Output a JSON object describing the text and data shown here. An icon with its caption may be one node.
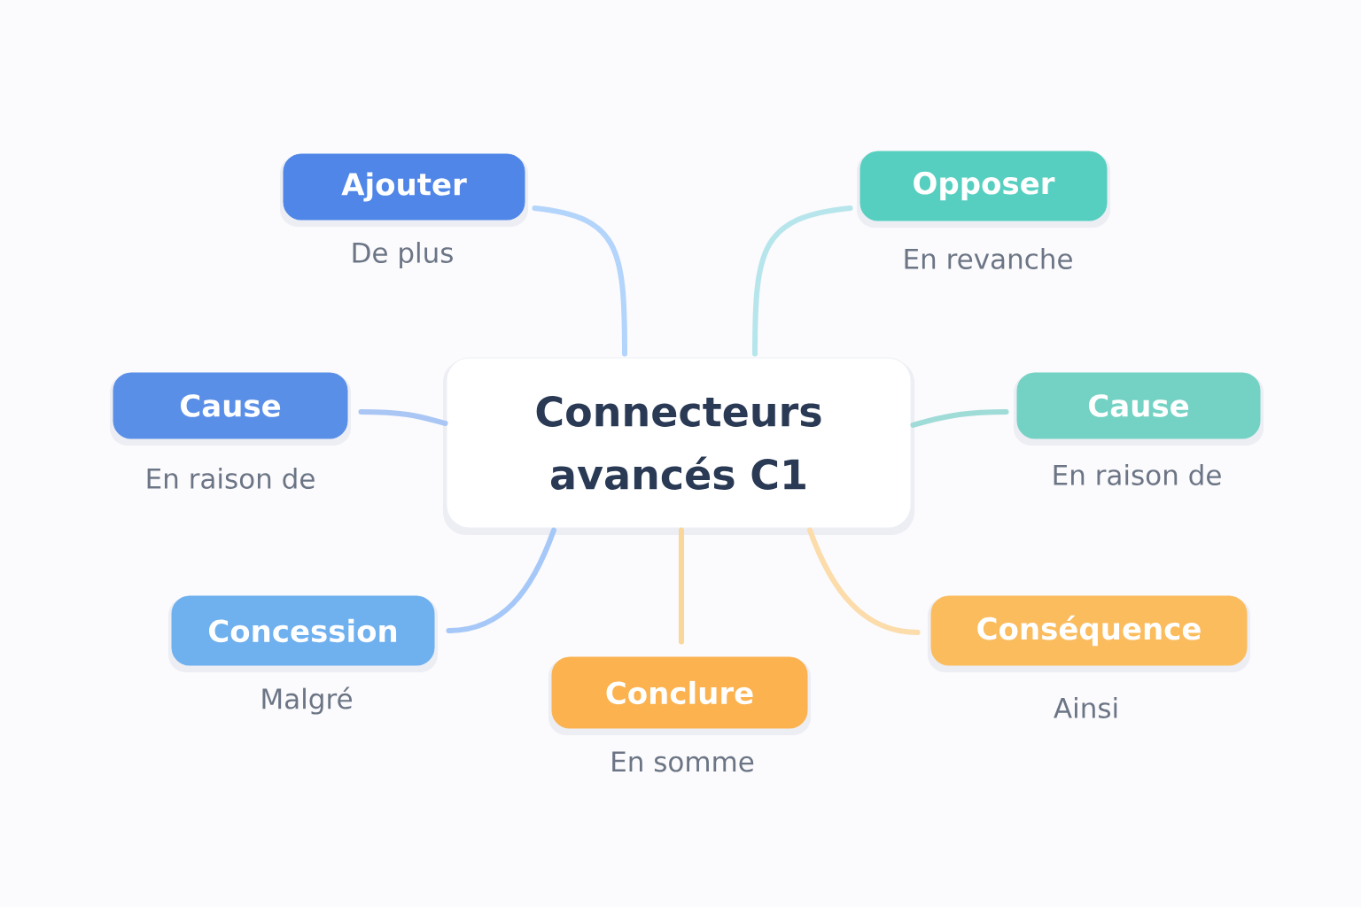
{
  "diagram": {
    "nodes": [
      {
        "text": [
          "Connecteurs avancés C1"
        ]
      },
      {
        "text": [
          "Ajouter"
        ],
        "beside": [
          "De plus"
        ]
      },
      {
        "text": [
          "Opposer"
        ],
        "beside": [
          "En revanche"
        ]
      },
      {
        "text": [
          "Cause"
        ],
        "beside": [
          "En raison de"
        ]
      },
      {
        "text": [
          "Cause"
        ],
        "beside": [
          "En raison de"
        ]
      },
      {
        "text": [
          "Concession"
        ],
        "beside": [
          "Malgré"
        ]
      },
      {
        "text": [
          "Conclure"
        ],
        "beside": [
          "En somme"
        ]
      },
      {
        "text": [
          "Conséquence"
        ],
        "beside": [
          "Ainsi"
        ]
      }
    ],
    "edges": [
      {
        "from": 0,
        "to": 1,
        "arrow": "none",
        "color": "#b3d4fb"
      },
      {
        "from": 0,
        "to": 2,
        "arrow": "none",
        "color": "#b6e6ec"
      },
      {
        "from": 0,
        "to": 3,
        "arrow": "none",
        "color": "#a9c6f5"
      },
      {
        "from": 0,
        "to": 4,
        "arrow": "none",
        "color": "#9fdcd8"
      },
      {
        "from": 0,
        "to": 5,
        "arrow": "none",
        "color": "#a6c8f8"
      },
      {
        "from": 0,
        "to": 6,
        "arrow": "none",
        "color": "#f9d79a"
      },
      {
        "from": 0,
        "to": 7,
        "arrow": "none",
        "color": "#fbdcaa"
      }
    ]
  }
}
